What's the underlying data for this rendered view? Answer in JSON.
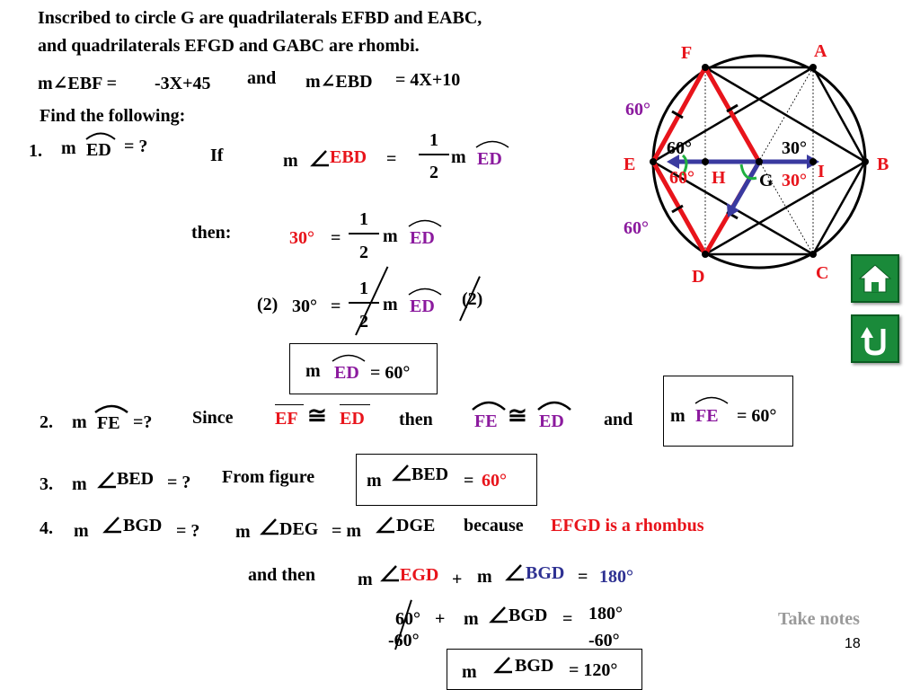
{
  "header": {
    "line1": "Inscribed to circle G are quadrilaterals EFBD and EABC,",
    "line2": "and quadrilaterals EFGD and GABC are rhombi.",
    "ebf_label": "m∠EBF =",
    "ebf_expr": "-3X+45",
    "and": "and",
    "ebd_label": "m∠EBD",
    "ebd_expr": "= 4X+10",
    "find": "Find the following:"
  },
  "q1": {
    "num": "1.",
    "m": "m",
    "arc": "ED",
    "eq": "= ?",
    "if": "If",
    "m_angle": "m",
    "ebd": "EBD",
    "equals": "=",
    "one": "1",
    "two": "2",
    "m2": "m",
    "arc2": "ED",
    "then": "then:",
    "thirty": "30°",
    "eq2": "=",
    "paren_left": "(2)",
    "thirty_b": "30°",
    "paren_right": "(2)",
    "result_m": "m",
    "result_arc": "ED",
    "result_val": "= 60°"
  },
  "q2": {
    "num": "2.",
    "m": "m",
    "arc": "FE",
    "eq": "=?",
    "since": "Since",
    "ef": "EF",
    "cong": "≅",
    "ed": "ED",
    "then": "then",
    "fe_arc": "FE",
    "ed_arc": "ED",
    "and": "and",
    "result_m": "m",
    "result_arc": "FE",
    "result_val": "= 60°"
  },
  "q3": {
    "num": "3.",
    "m": "m",
    "label": "BED",
    "eq": "= ?",
    "from": "From figure",
    "result_m": "m",
    "result_label": "BED",
    "result_eq": "=",
    "result_val": "60°"
  },
  "q4": {
    "num": "4.",
    "m": "m",
    "label": "BGD",
    "eq": "= ?",
    "deg": "DEG",
    "eq_m": "= m",
    "dge": "DGE",
    "because": "because",
    "reason": "EFGD is a rhombus",
    "and_then": "and then",
    "egd": "EGD",
    "plus": "+",
    "m2": "m",
    "bgd": "BGD",
    "eq180": "=",
    "v180": "180°",
    "sixty": "60°",
    "plus2": "+",
    "m3": "m",
    "bgd2": "BGD",
    "eq3": "=",
    "v180b": "180°",
    "neg60a": "-60°",
    "neg60b": "-60°",
    "final_m": "m",
    "final_bgd": "BGD",
    "final_val": "= 120°"
  },
  "figure": {
    "F": "F",
    "A": "A",
    "E": "E",
    "B": "B",
    "D": "D",
    "C": "C",
    "G": "G",
    "H": "H",
    "I": "I",
    "a60_top": "60°",
    "a60_in": "60°",
    "a30_in": "30°",
    "a60_h": "60°",
    "a30_g": "30°",
    "a60_bot": "60°"
  },
  "footer": {
    "take_notes": "Take notes",
    "page": "18"
  },
  "colors": {
    "red": "#e8141b",
    "purple": "#8b1a9e",
    "navy": "#2e3192",
    "green_button": "#1a8a3a"
  }
}
